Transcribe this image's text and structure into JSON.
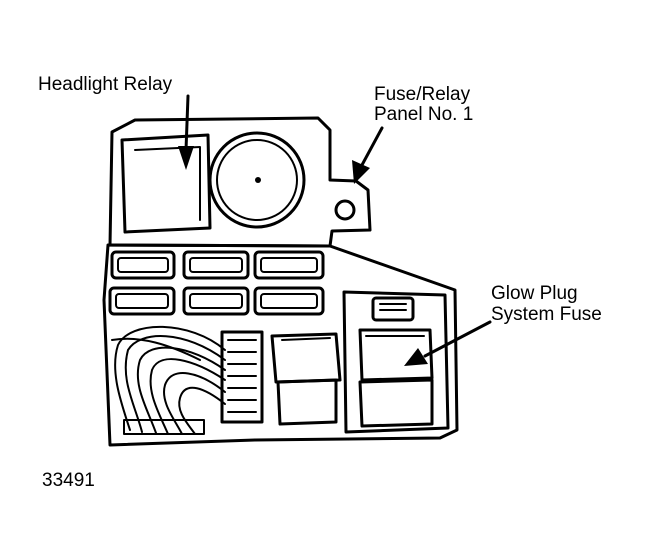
{
  "labels": {
    "headlight_relay": "Headlight Relay",
    "fuse_relay_panel_line1": "Fuse/Relay",
    "fuse_relay_panel_line2": "Panel No. 1",
    "glow_plug_line1": "Glow Plug",
    "glow_plug_line2": "System Fuse",
    "figure_number": "33491"
  },
  "colors": {
    "ink": "#000000",
    "background": "#ffffff"
  }
}
